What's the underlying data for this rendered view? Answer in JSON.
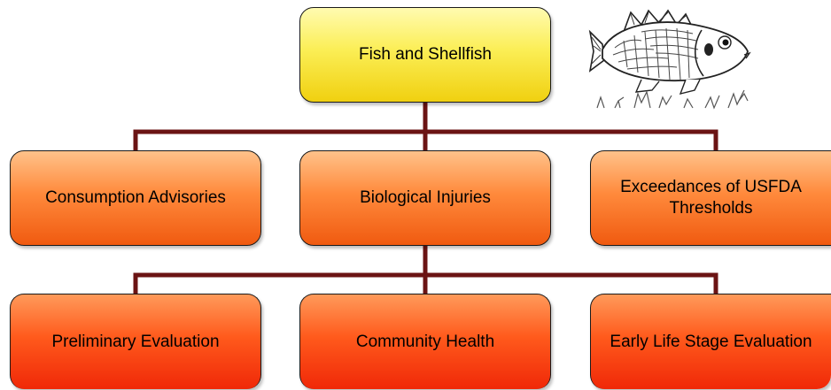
{
  "diagram": {
    "root": {
      "label": "Fish and Shellfish"
    },
    "level1": [
      {
        "label": "Consumption Advisories"
      },
      {
        "label": "Biological Injuries"
      },
      {
        "label": "Exceedances of USFDA Thresholds"
      }
    ],
    "level2": [
      {
        "label": "Preliminary Evaluation"
      },
      {
        "label": "Community Health"
      },
      {
        "label": "Early Life Stage Evaluation"
      }
    ]
  },
  "illustration": {
    "icon": "fish-icon"
  },
  "colors": {
    "connector": "#6b1414",
    "root_fill": "#fbee55",
    "level1_fill": "#ff8a3c",
    "level2_fill": "#ff5a1c"
  }
}
